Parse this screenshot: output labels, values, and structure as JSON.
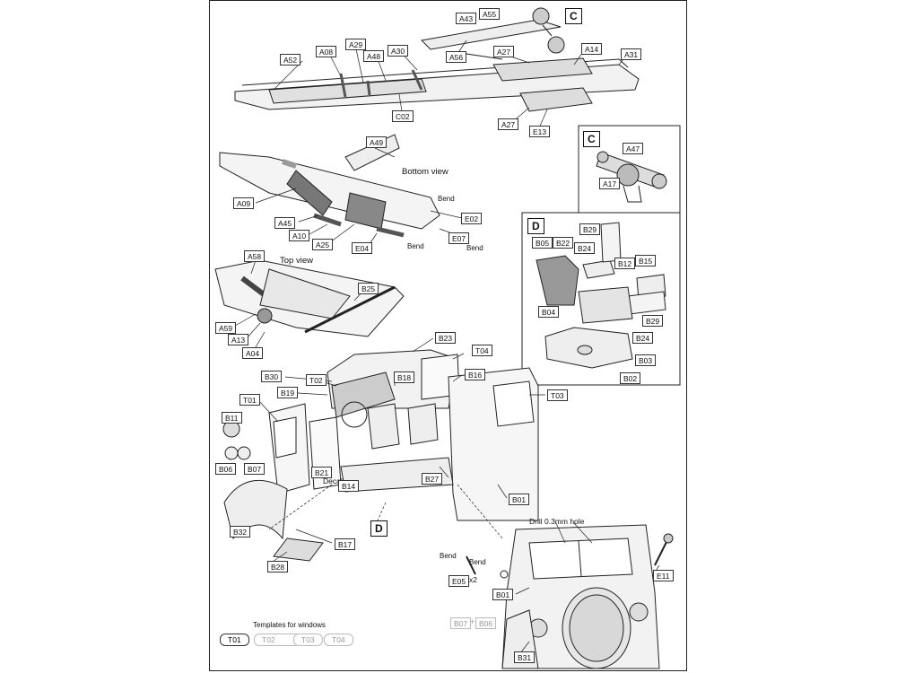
{
  "labels": {
    "a55": "A55",
    "a43": "A43",
    "c_top": "C",
    "a52": "A52",
    "a08": "A08",
    "a29": "A29",
    "a48": "A48",
    "a30": "A30",
    "a56": "A56",
    "a27_top": "A27",
    "a14": "A14",
    "a31": "A31",
    "c02": "C02",
    "a27_bot": "A27",
    "e13": "E13",
    "a49": "A49",
    "a09": "A09",
    "a45": "A45",
    "a10": "A10",
    "a25": "A25",
    "e04": "E04",
    "e02": "E02",
    "e07": "E07",
    "a58": "A58",
    "b25": "B25",
    "a59": "A59",
    "a13": "A13",
    "a04": "A04",
    "c_inset": "C",
    "a47": "A47",
    "a17": "A17",
    "d_inset": "D",
    "b29_top": "B29",
    "b05": "B05",
    "b22": "B22",
    "b24_top": "B24",
    "b12": "B12",
    "b15": "B15",
    "b04": "B04",
    "b29_bot": "B29",
    "b24_bot": "B24",
    "b03": "B03",
    "b02": "B02",
    "b23": "B23",
    "t04": "T04",
    "b30": "B30",
    "t02": "T02",
    "b18": "B18",
    "b16": "B16",
    "b19": "B19",
    "t03": "T03",
    "t01": "T01",
    "b11": "B11",
    "b06": "B06",
    "b07": "B07",
    "b21": "B21",
    "b14": "B14",
    "b27": "B27",
    "b01_cab": "B01",
    "d_main": "D",
    "b32": "B32",
    "b17": "B17",
    "b28": "B28",
    "e05": "E05",
    "b01_front": "B01",
    "e11": "E11",
    "b07_faded": "B07",
    "b06_faded": "B06",
    "b31": "B31"
  },
  "texts": {
    "bottom_view": "Bottom view",
    "top_view": "Top view",
    "bend1": "Bend",
    "bend2": "Bend",
    "bend3": "Bend",
    "bend4": "Bend",
    "bend5": "Bend",
    "decal": "Decal",
    "drill": "Drill 0.3mm hole",
    "x2": "x2",
    "plus": "+",
    "templates": "Templates for windows"
  },
  "templates": [
    "T01",
    "T02",
    "T03",
    "T04"
  ]
}
